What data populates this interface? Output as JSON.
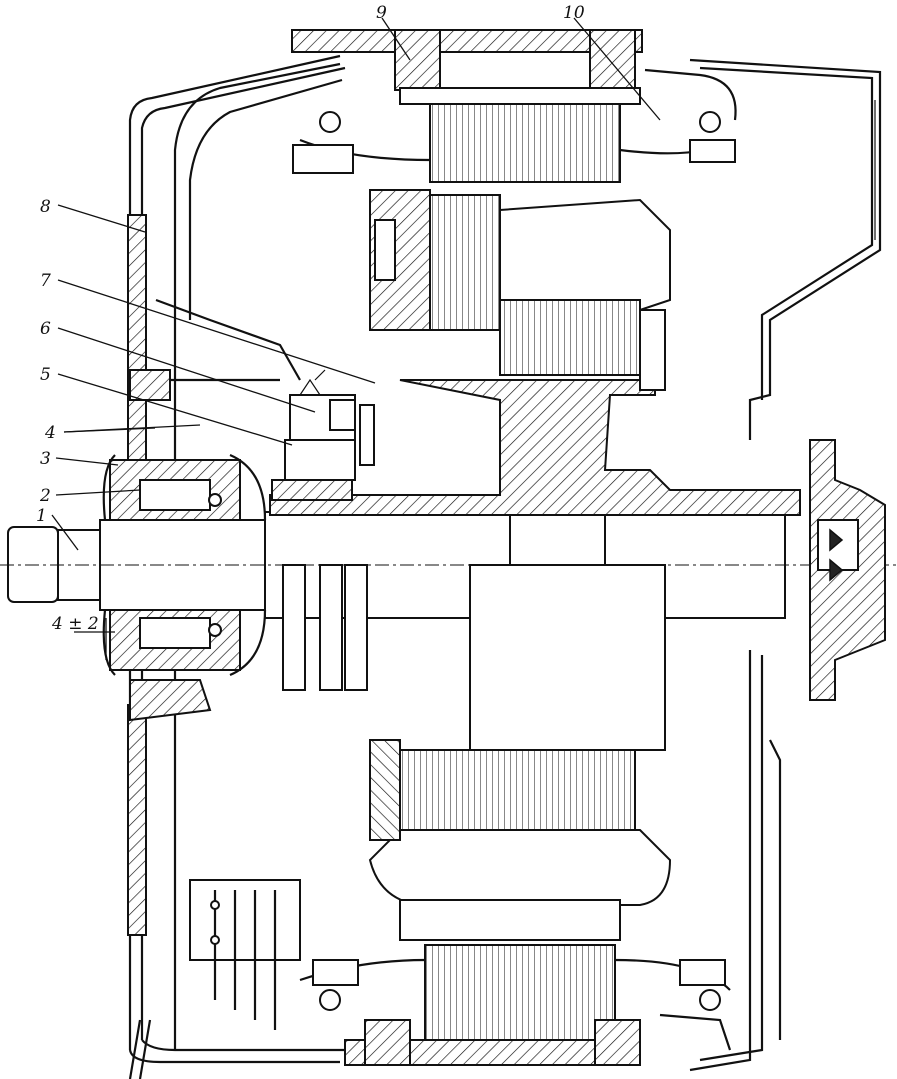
{
  "callouts": [
    {
      "id": "c1",
      "text": "1"
    },
    {
      "id": "c2",
      "text": "2"
    },
    {
      "id": "c3",
      "text": "3"
    },
    {
      "id": "c4",
      "text": "4"
    },
    {
      "id": "c5",
      "text": "5"
    },
    {
      "id": "c6",
      "text": "6"
    },
    {
      "id": "c7",
      "text": "7"
    },
    {
      "id": "c8",
      "text": "8"
    },
    {
      "id": "c9",
      "text": "9"
    },
    {
      "id": "c10",
      "text": "10"
    }
  ],
  "dimension": {
    "text": "4 ± 2"
  },
  "colors": {
    "ink": "#111111",
    "paper": "#ffffff"
  }
}
